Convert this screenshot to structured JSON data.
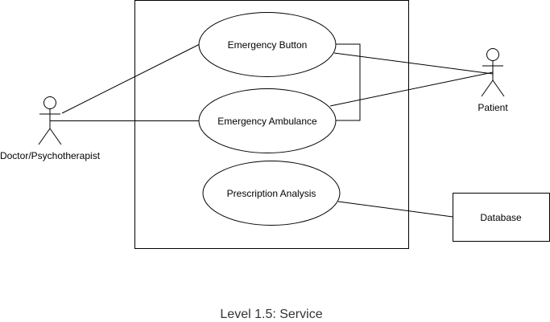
{
  "diagram": {
    "caption": "Level 1.5: Service",
    "actors": {
      "doctor": "Doctor/Psychotherapist",
      "patient": "Patient"
    },
    "use_cases": {
      "emergency_button": "Emergency Button",
      "emergency_ambulance": "Emergency Ambulance",
      "prescription_analysis": "Prescription Analysis"
    },
    "external": {
      "database": "Database"
    }
  }
}
